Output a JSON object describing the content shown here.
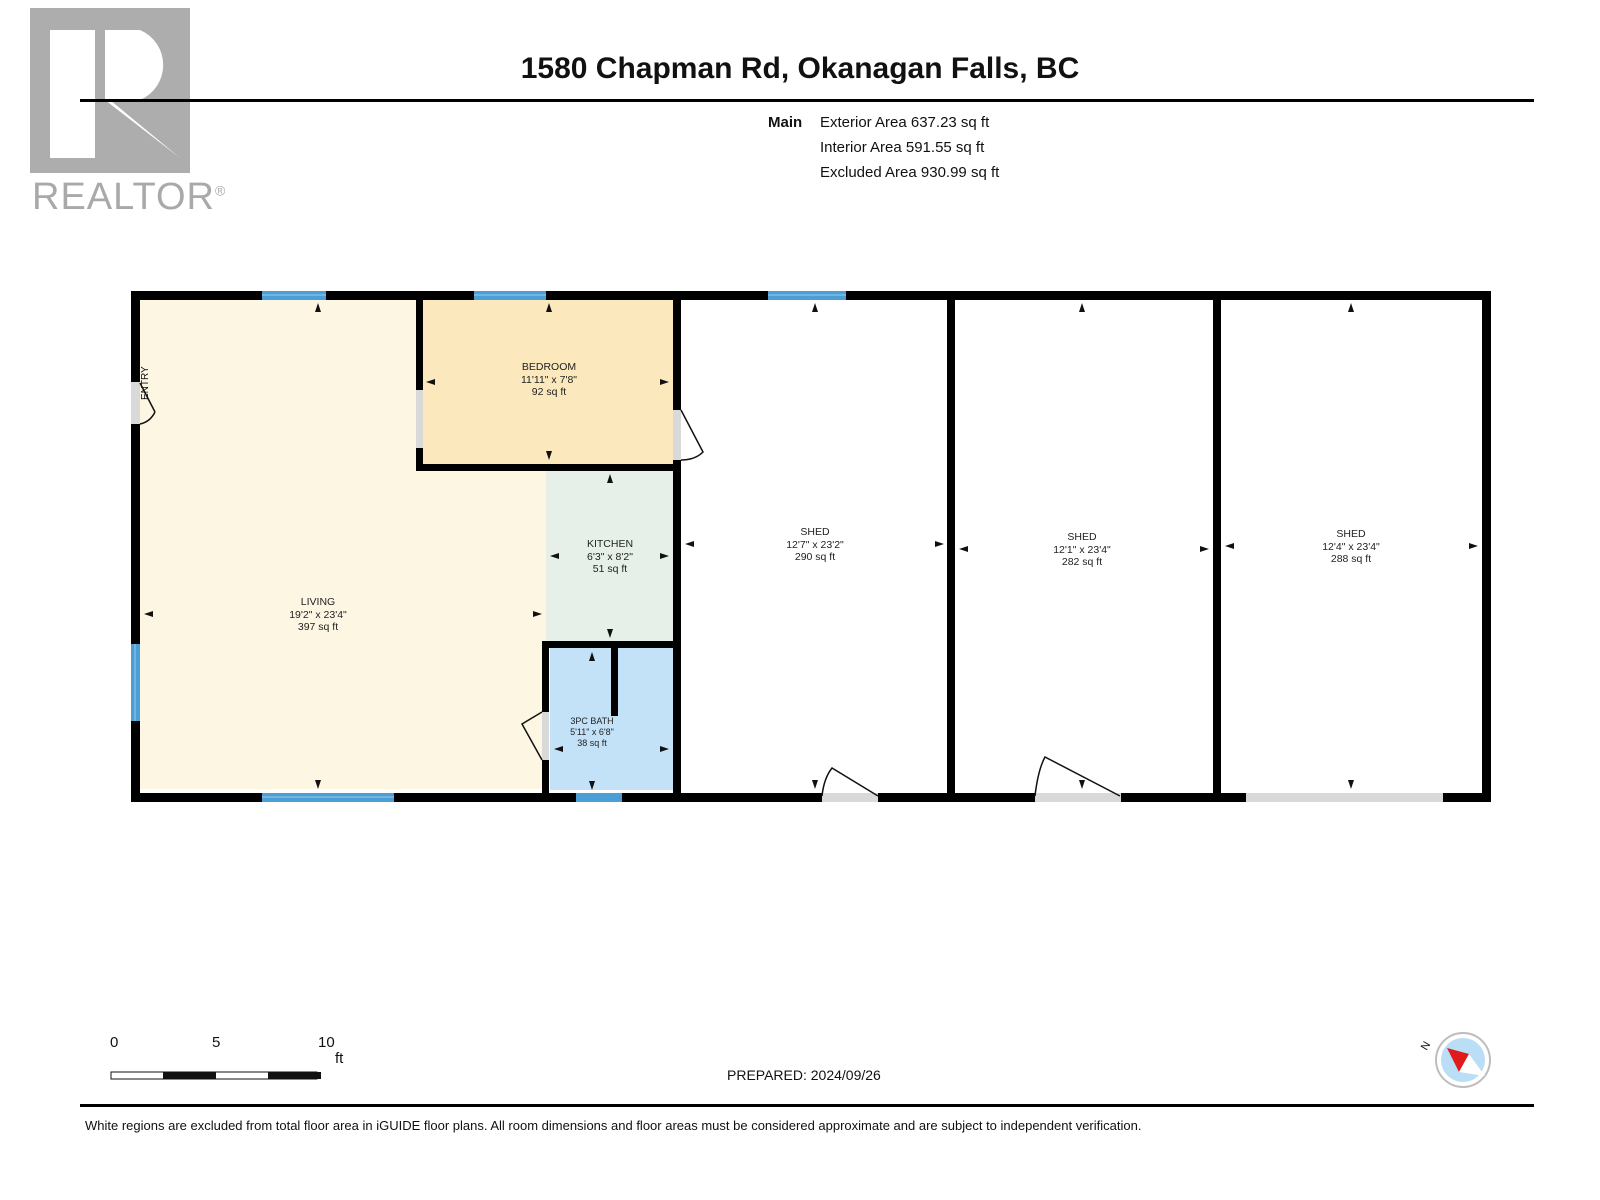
{
  "logo": {
    "text": "REALTOR",
    "reg_mark": "®"
  },
  "header": {
    "title": "1580 Chapman Rd, Okanagan Falls, BC"
  },
  "areas": {
    "level": "Main",
    "exterior": "Exterior Area 637.23 sq ft",
    "interior": "Interior Area 591.55 sq ft",
    "excluded": "Excluded Area 930.99 sq ft"
  },
  "rooms": [
    {
      "name": "LIVING",
      "dims": "19'2\" x 23'4\"",
      "area": "397 sq ft",
      "color": "#fdf6e3"
    },
    {
      "name": "BEDROOM",
      "dims": "11'11\" x 7'8\"",
      "area": "92 sq ft",
      "color": "#fbe8bc"
    },
    {
      "name": "KITCHEN",
      "dims": "6'3\" x 8'2\"",
      "area": "51 sq ft",
      "color": "#e6f0e9"
    },
    {
      "name": "3PC BATH",
      "dims": "5'11\" x 6'8\"",
      "area": "38 sq ft",
      "color": "#c3e2f8"
    },
    {
      "name": "SHED",
      "dims": "12'7\" x 23'2\"",
      "area": "290 sq ft",
      "color": "#ffffff"
    },
    {
      "name": "SHED",
      "dims": "12'1\" x 23'4\"",
      "area": "282 sq ft",
      "color": "#ffffff"
    },
    {
      "name": "SHED",
      "dims": "12'4\" x 23'4\"",
      "area": "288 sq ft",
      "color": "#ffffff"
    }
  ],
  "entry_label": "ENTRY",
  "scale": {
    "labels": [
      "0",
      "5",
      "10"
    ],
    "unit": "ft"
  },
  "compass": {
    "label": "N"
  },
  "prepared": "PREPARED: 2024/09/26",
  "footer": "White regions are excluded from total floor area in iGUIDE floor plans. All room dimensions and floor areas must be considered approximate and are subject to independent verification.",
  "colors": {
    "wall": "#000000",
    "window": "#4a9fd6",
    "door_gap": "#d9d9d9"
  }
}
